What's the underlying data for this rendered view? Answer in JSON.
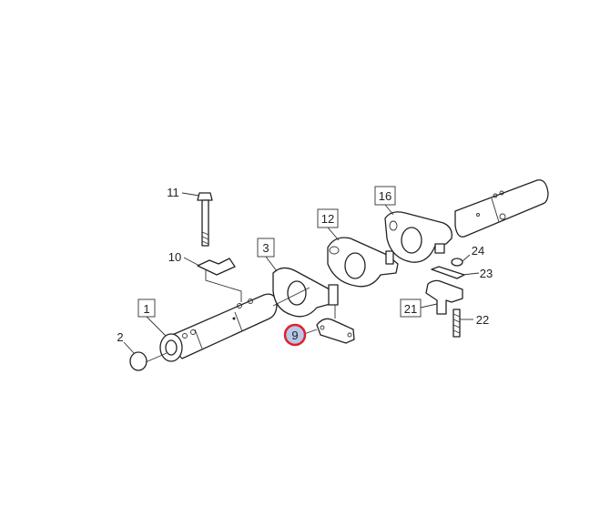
{
  "diagram": {
    "callouts": [
      {
        "id": "c1",
        "label": "1",
        "boxed": true
      },
      {
        "id": "c2",
        "label": "2",
        "boxed": false
      },
      {
        "id": "c3",
        "label": "3",
        "boxed": true
      },
      {
        "id": "c9",
        "label": "9",
        "boxed": false,
        "highlighted": true
      },
      {
        "id": "c10",
        "label": "10",
        "boxed": false
      },
      {
        "id": "c11",
        "label": "11",
        "boxed": false
      },
      {
        "id": "c12",
        "label": "12",
        "boxed": true
      },
      {
        "id": "c16",
        "label": "16",
        "boxed": true
      },
      {
        "id": "c21",
        "label": "21",
        "boxed": true
      },
      {
        "id": "c22",
        "label": "22",
        "boxed": false
      },
      {
        "id": "c23",
        "label": "23",
        "boxed": false
      },
      {
        "id": "c24",
        "label": "24",
        "boxed": false
      }
    ],
    "highlight_color": "#e0202a",
    "highlight_fill": "#b8c8e8"
  }
}
